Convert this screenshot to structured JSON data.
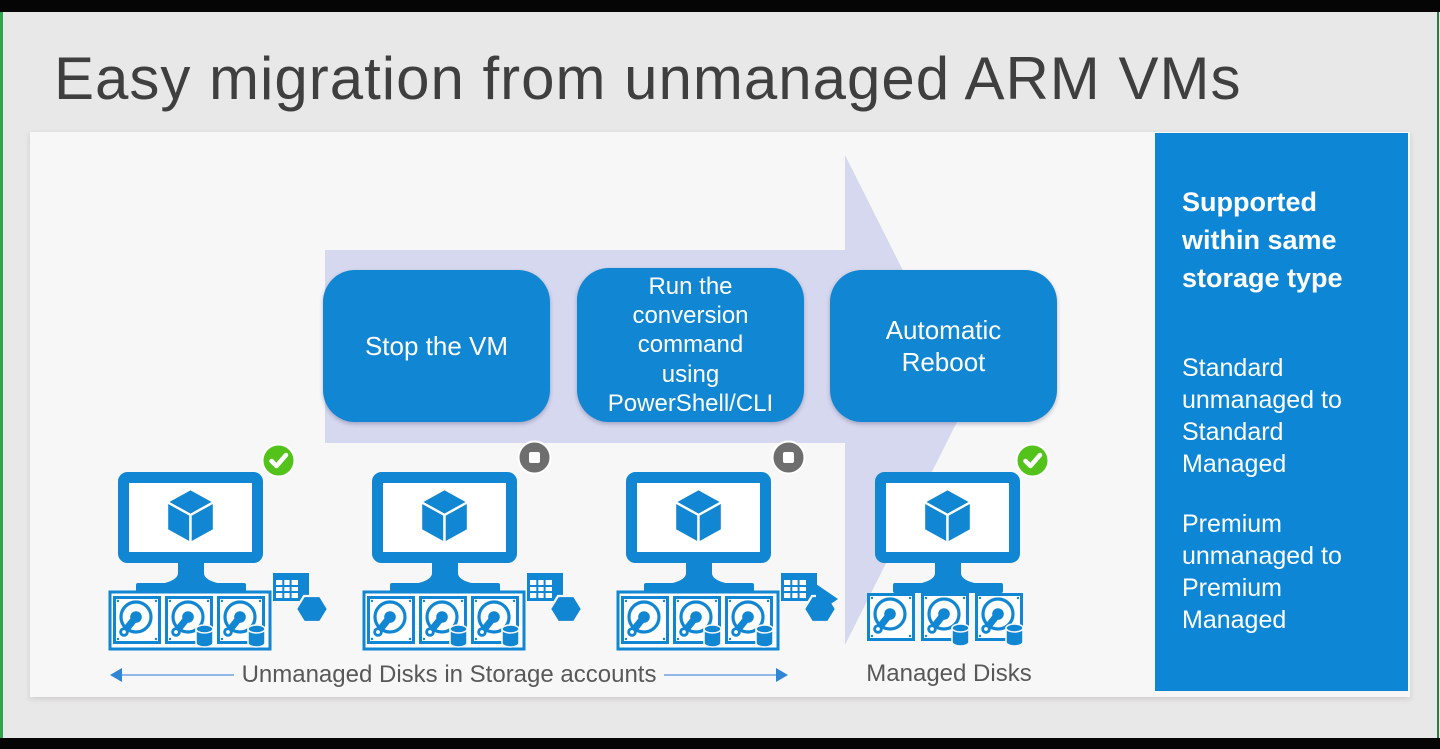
{
  "slide": {
    "title": "Easy migration from unmanaged ARM VMs"
  },
  "process": {
    "steps": [
      {
        "id": "stop-vm",
        "label": "Stop the VM"
      },
      {
        "id": "run-conversion",
        "label": "Run the\nconversion\ncommand\nusing\nPowerShell/CLI"
      },
      {
        "id": "automatic-reboot",
        "label": "Automatic\nReboot"
      }
    ]
  },
  "vms": [
    {
      "id": "vm-1",
      "status": "success-check",
      "storage": "unmanaged"
    },
    {
      "id": "vm-2",
      "status": "stopped",
      "storage": "unmanaged"
    },
    {
      "id": "vm-3",
      "status": "stopped",
      "storage": "unmanaged"
    },
    {
      "id": "vm-4",
      "status": "success-check",
      "storage": "managed"
    }
  ],
  "captions": {
    "unmanaged": "Unmanaged Disks in Storage accounts",
    "managed": "Managed Disks"
  },
  "sidebar": {
    "heading": "Supported\nwithin same\nstorage type",
    "items": [
      "Standard\nunmanaged to\nStandard\nManaged",
      "Premium\nunmanaged to\nPremium\nManaged"
    ]
  },
  "colors": {
    "azure_blue": "#1186d2",
    "arrow_lavender": "#d6d8ef",
    "success_green": "#53c31b",
    "stopped_gray": "#6e6e6e",
    "caption_gray": "#585858",
    "title_gray": "#3f3f3f",
    "frame_green": "#2fa44c"
  }
}
